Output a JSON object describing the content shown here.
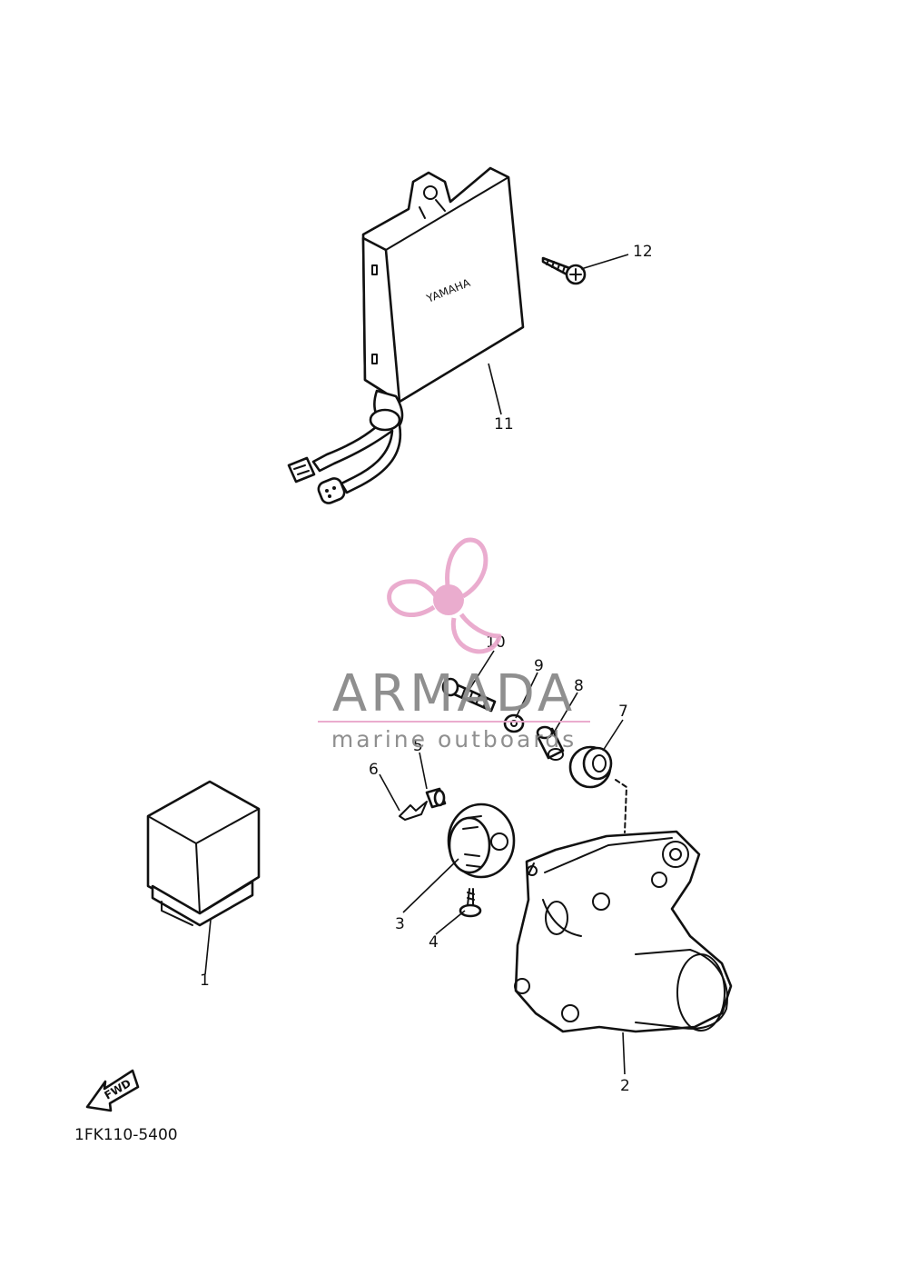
{
  "diagram": {
    "part_code": "1FK110-5400",
    "direction_label": "FWD",
    "brand_on_cdi": "YAMAHA",
    "callouts": [
      "1",
      "2",
      "3",
      "4",
      "5",
      "6",
      "7",
      "8",
      "9",
      "10",
      "11",
      "12"
    ]
  },
  "watermark": {
    "title": "ARMADA",
    "subtitle": "marine outboards",
    "colors": {
      "text": "#8a8a8a",
      "accent": "#e9a8cc",
      "line": "#e9a8cc"
    }
  }
}
